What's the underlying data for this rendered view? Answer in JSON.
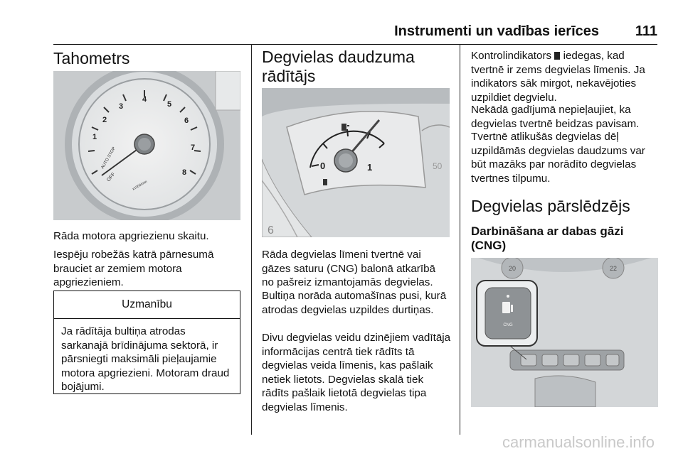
{
  "header": {
    "section_title": "Instrumenti un vadības ierīces",
    "page_number": "111"
  },
  "col1": {
    "heading": "Tahometrs",
    "figure": {
      "tick_labels": [
        "1",
        "2",
        "3",
        "4",
        "5",
        "6",
        "7",
        "8"
      ],
      "auto_stop_label": "AUTO STOP",
      "off_label": "OFF",
      "unit_label": "x1000/min"
    },
    "para1": "Rāda motora apgriezienu skaitu.",
    "para2": "Iespēju robežās katrā pārnesumā brauciet ar zemiem motora apgriezieniem.",
    "warning": {
      "title": "Uzmanību",
      "body": "Ja rādītāja bultiņa atrodas sarkanajā brīdinājuma sektorā, ir pārsniegti maksimāli pieļaujamie motora apgriezieni. Motoram draud bojājumi."
    }
  },
  "col2": {
    "heading_line1": "Degvielas daudzuma",
    "heading_line2": "rādītājs",
    "figure": {
      "label_0": "0",
      "label_1": "1",
      "label_50": "50",
      "label_6": "6"
    },
    "para1": "Rāda degvielas līmeni tvertnē vai gāzes saturu (CNG) balonā atkarībā no pašreiz izmantojamās degvielas.",
    "para2": "Bultiņa norāda automašīnas pusi, kurā atrodas degvielas uzpildes durtiņas.",
    "para3": "Divu degvielas veidu dzinējiem vadītāja informācijas centrā tiek rādīts tā degvielas veida līmenis, kas pašlaik netiek lietots. Degvielas skalā tiek rādīts pašlaik lietotā degvielas tipa degvielas līmenis."
  },
  "col3": {
    "para1_before_icon": "Kontrolindikators",
    "para1_after_icon": "iedegas, kad tvertnē ir zems degvielas līmenis. Ja indikators sāk mirgot, nekavējoties uzpildiet degvielu.",
    "para2": "Nekādā gadījumā nepieļaujiet, ka degvielas tvertnē beidzas pavisam.",
    "para3": "Tvertnē atlikušās degvielas dēļ uzpildāmās degvielas daudzums var būt mazāks par norādīto degvielas tvertnes tilpumu.",
    "heading": "Degvielas pārslēdzējs",
    "subheading_line1": "Darbināšana ar dabas gāzi",
    "subheading_line2": "(CNG)",
    "figure": {
      "cng_label": "CNG",
      "knob_left": "20",
      "knob_right": "22"
    }
  },
  "watermark": "carmanualsonline.info"
}
